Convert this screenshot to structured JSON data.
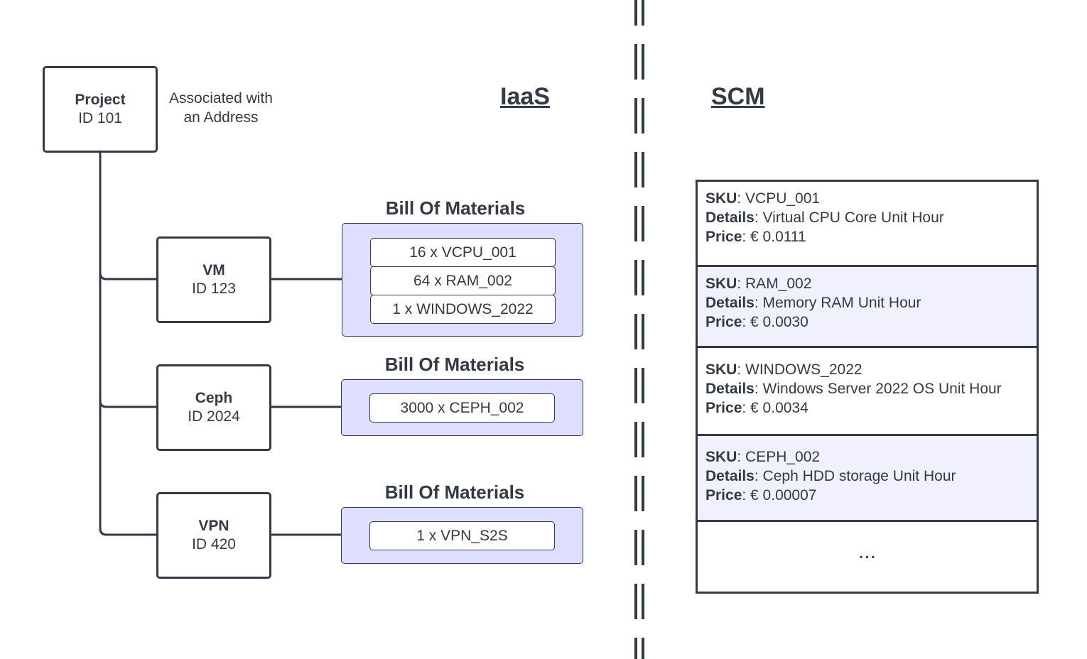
{
  "project": {
    "name": "Project",
    "id": "ID 101",
    "note_line1": "Associated with",
    "note_line2": "an Address"
  },
  "sections": {
    "left": "IaaS",
    "right": "SCM"
  },
  "resources": [
    {
      "name": "VM",
      "id": "ID 123",
      "bom_title": "Bill Of Materials",
      "bom_items": [
        "16 x VCPU_001",
        "64 x RAM_002",
        "1 x WINDOWS_2022"
      ]
    },
    {
      "name": "Ceph",
      "id": "ID 2024",
      "bom_title": "Bill Of Materials",
      "bom_items": [
        "3000 x CEPH_002"
      ]
    },
    {
      "name": "VPN",
      "id": "ID 420",
      "bom_title": "Bill Of Materials",
      "bom_items": [
        "1 x VPN_S2S"
      ]
    }
  ],
  "scm": {
    "labels": {
      "sku": "SKU",
      "details": "Details",
      "price": "Price"
    },
    "rows": [
      {
        "sku": "VCPU_001",
        "details": "Virtual CPU Core Unit Hour",
        "price": "€ 0.0111"
      },
      {
        "sku": "RAM_002",
        "details": "Memory RAM Unit Hour",
        "price": "€ 0.0030"
      },
      {
        "sku": "WINDOWS_2022",
        "details": "Windows Server 2022 OS Unit Hour",
        "price": "€ 0.0034"
      },
      {
        "sku": "CEPH_002",
        "details": "Ceph HDD storage Unit Hour",
        "price": "€ 0.00007"
      }
    ],
    "more": "..."
  },
  "colors": {
    "stroke": "#333a45",
    "bom_fill": "#dedeff",
    "row_shade": "#f0f0ff"
  }
}
